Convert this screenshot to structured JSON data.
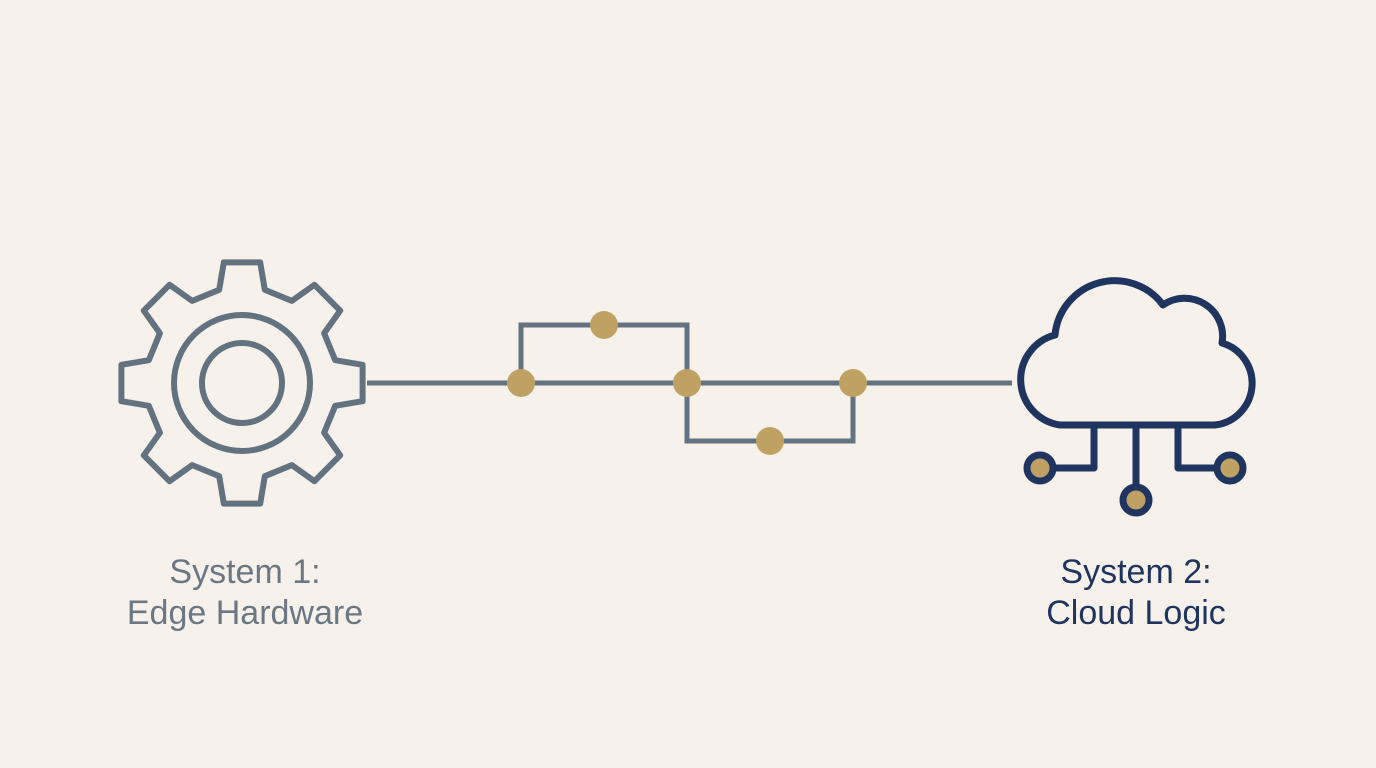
{
  "system1": {
    "line1": "System 1:",
    "line2": "Edge Hardware",
    "icon": "gear-icon"
  },
  "system2": {
    "line1": "System 2:",
    "line2": "Cloud Logic",
    "icon": "cloud-network-icon"
  },
  "colors": {
    "background": "#f6f2eb",
    "gray": "#637280",
    "navy": "#1f3560",
    "gold": "#bfa263"
  }
}
